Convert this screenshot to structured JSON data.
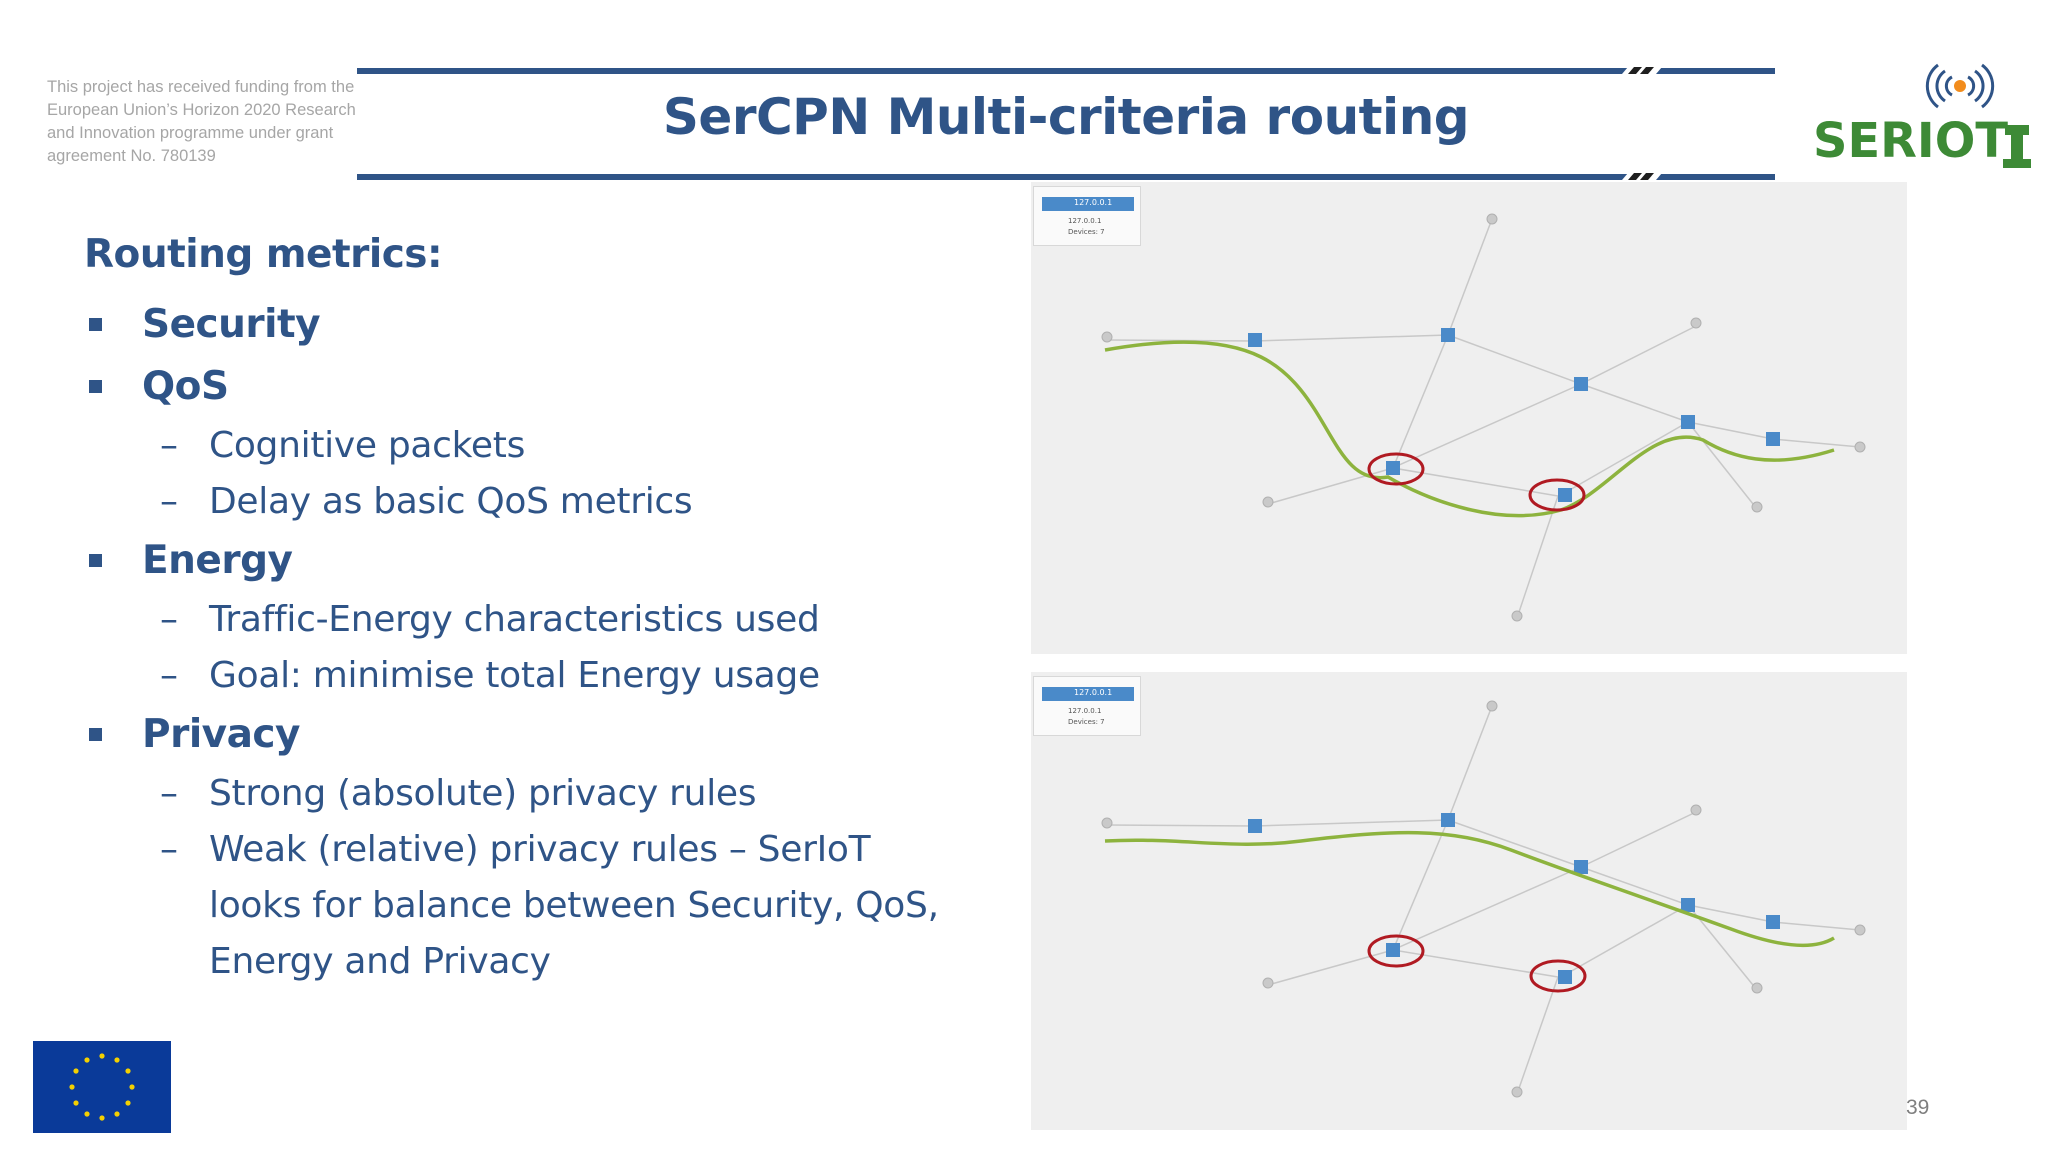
{
  "header": {
    "funding_note": "This project has received funding from the European Union’s Horizon 2020 Research and Innovation programme under grant agreement  No. 780139",
    "title": "SerCPN Multi-criteria routing",
    "logo_text": "SERIOT"
  },
  "content": {
    "heading": "Routing metrics:",
    "items": [
      {
        "label": "Security",
        "subs": []
      },
      {
        "label": "QoS",
        "subs": [
          "Cognitive packets",
          "Delay as basic QoS metrics"
        ]
      },
      {
        "label": "Energy",
        "subs": [
          "Traffic-Energy characteristics used",
          "Goal: minimise total Energy usage"
        ]
      },
      {
        "label": "Privacy",
        "subs": [
          "Strong (absolute) privacy rules",
          "Weak (relative) privacy rules – SerIoT looks for balance between Security, QoS, Energy and Privacy"
        ]
      }
    ]
  },
  "diagrams": [
    {
      "info_title": "127.0.0.1",
      "info_ip": "127.0.0.1",
      "info_devices": "Devices: 7"
    },
    {
      "info_title": "127.0.0.1",
      "info_ip": "127.0.0.1",
      "info_devices": "Devices: 7"
    }
  ],
  "footer": {
    "page_number": "39"
  },
  "colors": {
    "accent": "#2f5487",
    "path": "#8db33e",
    "highlight": "#b01a22",
    "switch": "#4a8ac9",
    "eu_blue": "#0a3a99",
    "eu_star": "#f4d000"
  }
}
